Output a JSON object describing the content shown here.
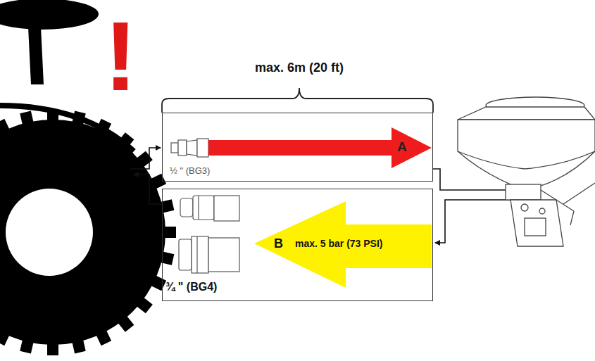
{
  "diagram": {
    "nodes": [
      {
        "text": [
          "½ \" (BG3)"
        ]
      },
      {
        "text": [
          "A"
        ],
        "in": 0
      },
      {
        "text": [
          "¾ \" (BG4)"
        ]
      },
      {
        "text": [
          "B",
          "max. 5 bar (73 PSI)"
        ],
        "in": 2
      }
    ],
    "labels": [
      "!",
      "max. 6m (20 ft)"
    ]
  }
}
